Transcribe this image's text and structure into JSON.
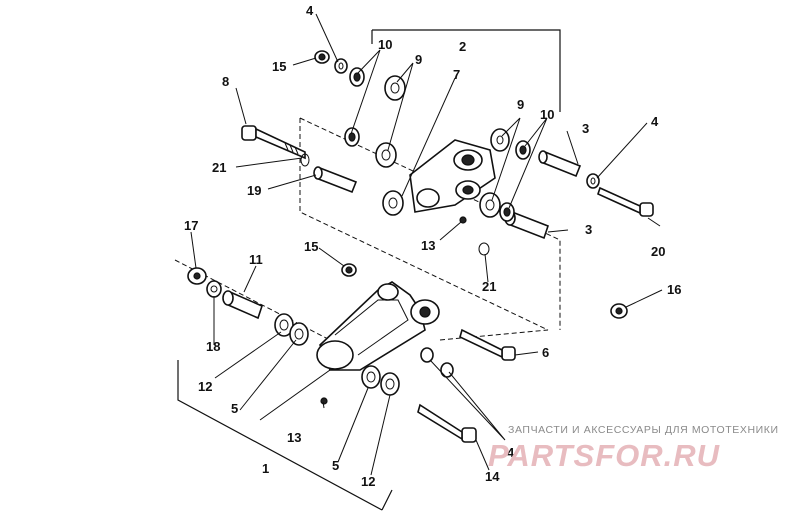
{
  "callouts": [
    "1",
    "2",
    "3",
    "3",
    "4",
    "4",
    "4",
    "5",
    "5",
    "6",
    "7",
    "8",
    "9",
    "9",
    "10",
    "10",
    "11",
    "12",
    "12",
    "13",
    "13",
    "14",
    "15",
    "15",
    "16",
    "17",
    "18",
    "19",
    "20",
    "21",
    "21"
  ],
  "watermark": {
    "tagline": "ЗАПЧАСТИ И АКСЕССУАРЫ ДЛЯ МОТОТЕХНИКИ",
    "logo": "PARTSFOR.RU"
  }
}
